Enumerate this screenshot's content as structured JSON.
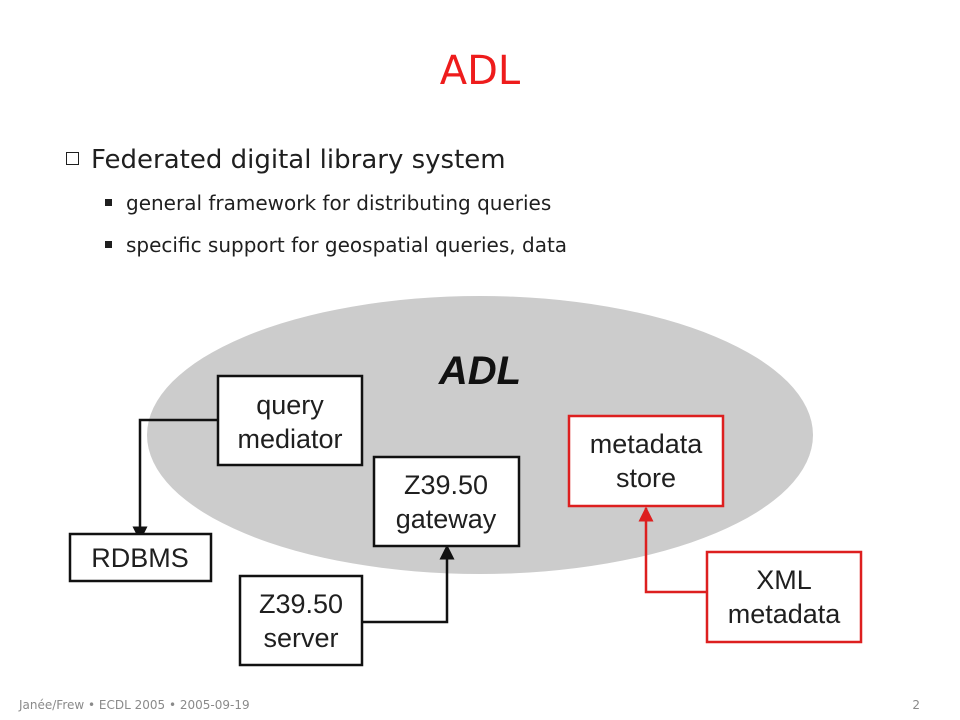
{
  "slide": {
    "title": "ADL",
    "bullets": [
      {
        "text": "Federated digital library system",
        "subitems": [
          "general framework for distributing queries",
          "specific support for geospatial queries, data"
        ]
      }
    ]
  },
  "diagram": {
    "ellipse_label": "ADL",
    "boxes": {
      "query_mediator": [
        "query",
        "mediator"
      ],
      "z3950_gateway": [
        "Z39.50",
        "gateway"
      ],
      "metadata_store": [
        "metadata",
        "store"
      ],
      "rdbms": [
        "RDBMS"
      ],
      "z3950_server": [
        "Z39.50",
        "server"
      ],
      "xml_metadata": [
        "XML",
        "metadata"
      ]
    },
    "colors": {
      "ellipse_fill": "#cccccc",
      "black_stroke": "#111111",
      "red_stroke": "#dd1f1f"
    }
  },
  "footer": {
    "left": "Janée/Frew • ECDL 2005 • 2005-09-19",
    "page": "2"
  }
}
